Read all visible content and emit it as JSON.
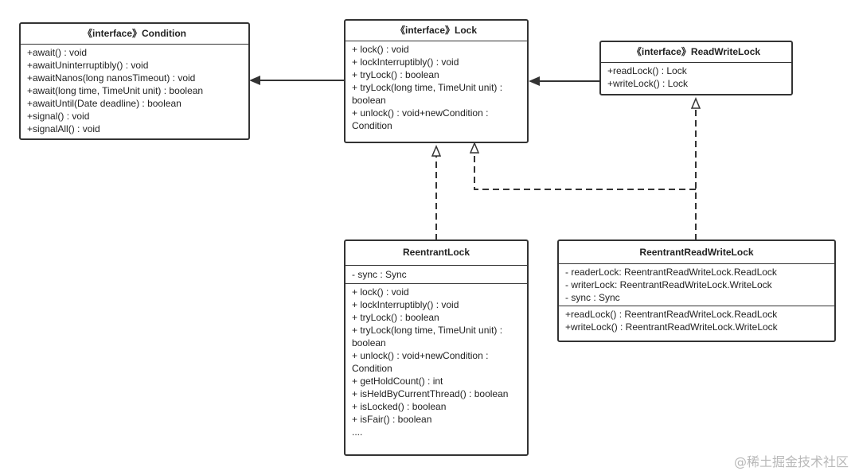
{
  "classes": {
    "condition": {
      "title": "《interface》Condition",
      "methods": [
        "+await() : void",
        "+awaitUninterruptibly() : void",
        "+awaitNanos(long nanosTimeout) : void",
        "+await(long time, TimeUnit unit) : boolean",
        "+awaitUntil(Date deadline)  :  boolean",
        "+signal() :  void",
        "+signalAll() : void"
      ]
    },
    "lock": {
      "title": "《interface》Lock",
      "methods": [
        "+ lock() : void",
        "+ lockInterruptibly() : void",
        "+ tryLock() : boolean",
        "+ tryLock(long time, TimeUnit unit) : boolean",
        "+ unlock() : void+newCondition : Condition"
      ]
    },
    "readwritelock": {
      "title": "《interface》ReadWriteLock",
      "methods": [
        "+readLock() : Lock",
        "+writeLock() : Lock"
      ]
    },
    "reentrantlock": {
      "title": "ReentrantLock",
      "fields": [
        "- sync : Sync"
      ],
      "methods": [
        "+ lock() : void",
        "+ lockInterruptibly() : void",
        "+ tryLock() : boolean",
        "+ tryLock(long time, TimeUnit unit) : boolean",
        "+ unlock() : void+newCondition : Condition",
        "+ getHoldCount() : int",
        "+ isHeldByCurrentThread() : boolean",
        "+ isLocked() : boolean",
        "+ isFair() : boolean",
        "...."
      ]
    },
    "reentrantreadwritelock": {
      "title": "ReentrantReadWriteLock",
      "fields": [
        "- readerLock: ReentrantReadWriteLock.ReadLock",
        "- writerLock: ReentrantReadWriteLock.WriteLock",
        "- sync : Sync"
      ],
      "methods": [
        "+readLock() : ReentrantReadWriteLock.ReadLock",
        "+writeLock() : ReentrantReadWriteLock.WriteLock",
        "..."
      ]
    }
  },
  "watermark": "@稀土掘金技术社区",
  "colors": {
    "line": "#333333",
    "background": "#ffffff",
    "watermark": "#b8b8b8"
  }
}
